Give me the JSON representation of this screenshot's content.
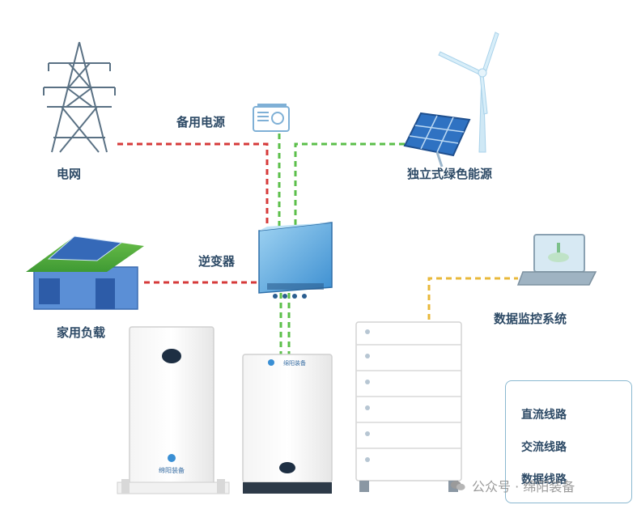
{
  "labels": {
    "grid": "电网",
    "backup_power": "备用电源",
    "green_energy": "独立式绿色能源",
    "inverter": "逆变器",
    "home_load": "家用负载",
    "monitoring": "数据监控系统"
  },
  "legend": {
    "dc": "直流线路",
    "ac": "交流线路",
    "data": "数据线路"
  },
  "battery_brand": "绵阳装备",
  "watermark": "公众号 · 绵阳装备",
  "colors": {
    "dc_line": "#5bbf4a",
    "ac_line": "#d63a3a",
    "data_line": "#e8b83a",
    "label_text": "#2d4a66"
  }
}
